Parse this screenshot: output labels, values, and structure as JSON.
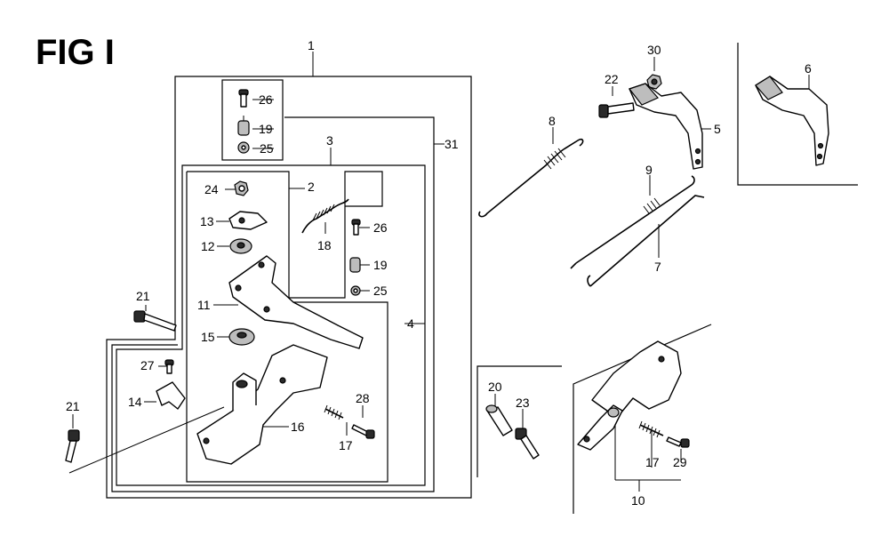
{
  "figure": {
    "title": "FIG I"
  },
  "callouts": {
    "c1": "1",
    "c2": "2",
    "c3": "3",
    "c4": "4",
    "c5": "5",
    "c6": "6",
    "c7": "7",
    "c8": "8",
    "c9": "9",
    "c10": "10",
    "c11": "11",
    "c12": "12",
    "c13": "13",
    "c14": "14",
    "c15": "15",
    "c16": "16",
    "c17a": "17",
    "c17b": "17",
    "c18": "18",
    "c19a": "19",
    "c19b": "19",
    "c20": "20",
    "c21a": "21",
    "c21b": "21",
    "c22": "22",
    "c23": "23",
    "c24": "24",
    "c25a": "25",
    "c25b": "25",
    "c26a": "26",
    "c26b": "26",
    "c27": "27",
    "c28": "28",
    "c29": "29",
    "c30": "30",
    "c31": "31"
  }
}
